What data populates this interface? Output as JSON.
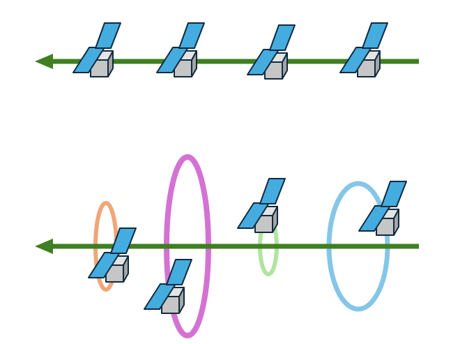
{
  "colors": {
    "background": "#ffffff",
    "axis_arrow": "#3f7f22",
    "panel_fill": "#45ace0",
    "panel_stroke": "#0f2b3e",
    "box_front": "#c6c6c6",
    "box_side": "#a5a5a5",
    "box_top": "#e4e4e4",
    "ring_orange": "#f0a678",
    "ring_magenta": "#d472d4",
    "ring_green": "#b1e4a0",
    "ring_blue": "#85c6e8"
  },
  "icons": [
    "arrow-left-icon",
    "tilted-panel-icon"
  ],
  "rows": [
    {
      "name": "top-row",
      "panel_count": 4,
      "rings": []
    },
    {
      "name": "bottom-row",
      "panel_count": 4,
      "rings": [
        "orange",
        "magenta",
        "green",
        "blue"
      ]
    }
  ]
}
